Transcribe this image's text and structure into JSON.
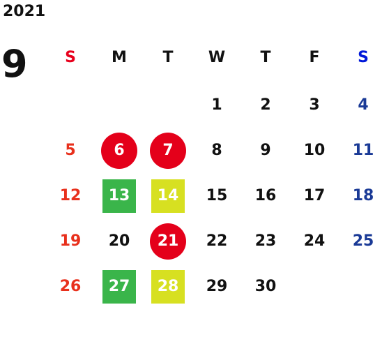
{
  "header": {
    "year": "2021",
    "month": "9"
  },
  "weekdays": [
    "S",
    "M",
    "T",
    "W",
    "T",
    "F",
    "S"
  ],
  "colors": {
    "sunday_red": "#e8301c",
    "saturday_blue": "#1a3a96",
    "holiday_red": "#e4001a",
    "green_mark": "#3ab54a",
    "yellow_mark": "#d7e021"
  },
  "weeks": [
    [
      {
        "label": "",
        "style": "empty"
      },
      {
        "label": "",
        "style": "empty"
      },
      {
        "label": "",
        "style": "empty"
      },
      {
        "label": "1",
        "style": "normal"
      },
      {
        "label": "2",
        "style": "normal"
      },
      {
        "label": "3",
        "style": "normal"
      },
      {
        "label": "4",
        "style": "sat"
      }
    ],
    [
      {
        "label": "5",
        "style": "sun"
      },
      {
        "label": "6",
        "style": "holiday"
      },
      {
        "label": "7",
        "style": "holiday"
      },
      {
        "label": "8",
        "style": "normal"
      },
      {
        "label": "9",
        "style": "normal"
      },
      {
        "label": "10",
        "style": "normal"
      },
      {
        "label": "11",
        "style": "sat"
      }
    ],
    [
      {
        "label": "12",
        "style": "sun"
      },
      {
        "label": "13",
        "style": "green"
      },
      {
        "label": "14",
        "style": "yellow"
      },
      {
        "label": "15",
        "style": "normal"
      },
      {
        "label": "16",
        "style": "normal"
      },
      {
        "label": "17",
        "style": "normal"
      },
      {
        "label": "18",
        "style": "sat"
      }
    ],
    [
      {
        "label": "19",
        "style": "sun"
      },
      {
        "label": "20",
        "style": "normal"
      },
      {
        "label": "21",
        "style": "holiday"
      },
      {
        "label": "22",
        "style": "normal"
      },
      {
        "label": "23",
        "style": "normal"
      },
      {
        "label": "24",
        "style": "normal"
      },
      {
        "label": "25",
        "style": "sat"
      }
    ],
    [
      {
        "label": "26",
        "style": "sun"
      },
      {
        "label": "27",
        "style": "green"
      },
      {
        "label": "28",
        "style": "yellow"
      },
      {
        "label": "29",
        "style": "normal"
      },
      {
        "label": "30",
        "style": "normal"
      },
      {
        "label": "",
        "style": "empty"
      },
      {
        "label": "",
        "style": "empty"
      }
    ]
  ]
}
